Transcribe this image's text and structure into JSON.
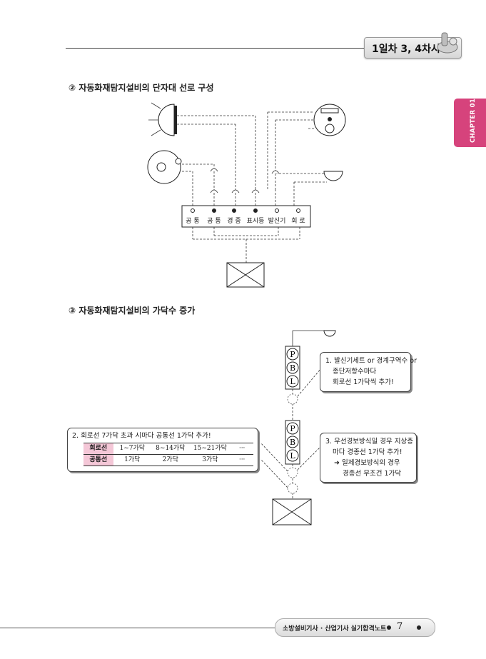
{
  "header": {
    "chapter_title": "1일차 3, 4차시",
    "chapter_tab": "CHAPTER 01"
  },
  "section2": {
    "heading": "② 자동화재탐지설비의 단자대 선로 구성",
    "terminal_labels": [
      "공 통",
      "공 통",
      "경 종",
      "표시등",
      "발신기",
      "회 로"
    ]
  },
  "section3": {
    "heading": "③ 자동화재탐지설비의 가닥수 증가",
    "box_letters": [
      "P",
      "B",
      "L"
    ],
    "callout1": [
      "1. 발신기세트 or 경계구역수 or",
      "종단저항수마다",
      "회로선 1가닥씩 추가!"
    ],
    "callout2_title": "2. 회로선 7가닥 초과 시마다 공통선 1가닥 추가!",
    "table": {
      "rows": [
        [
          "회로선",
          "1~7가닥",
          "8~14가닥",
          "15~21가닥",
          "···"
        ],
        [
          "공통선",
          "1가닥",
          "2가닥",
          "3가닥",
          "···"
        ]
      ]
    },
    "callout3": [
      "3. 우선경보방식일 경우 지상층",
      "마다 경종선 1가닥 추가!",
      "➜ 일제경보방식의 경우",
      "경종선 무조건 1가닥"
    ]
  },
  "footer": {
    "book_title": "소방설비기사 · 산업기사 실기합격노트",
    "page_number": "7"
  }
}
